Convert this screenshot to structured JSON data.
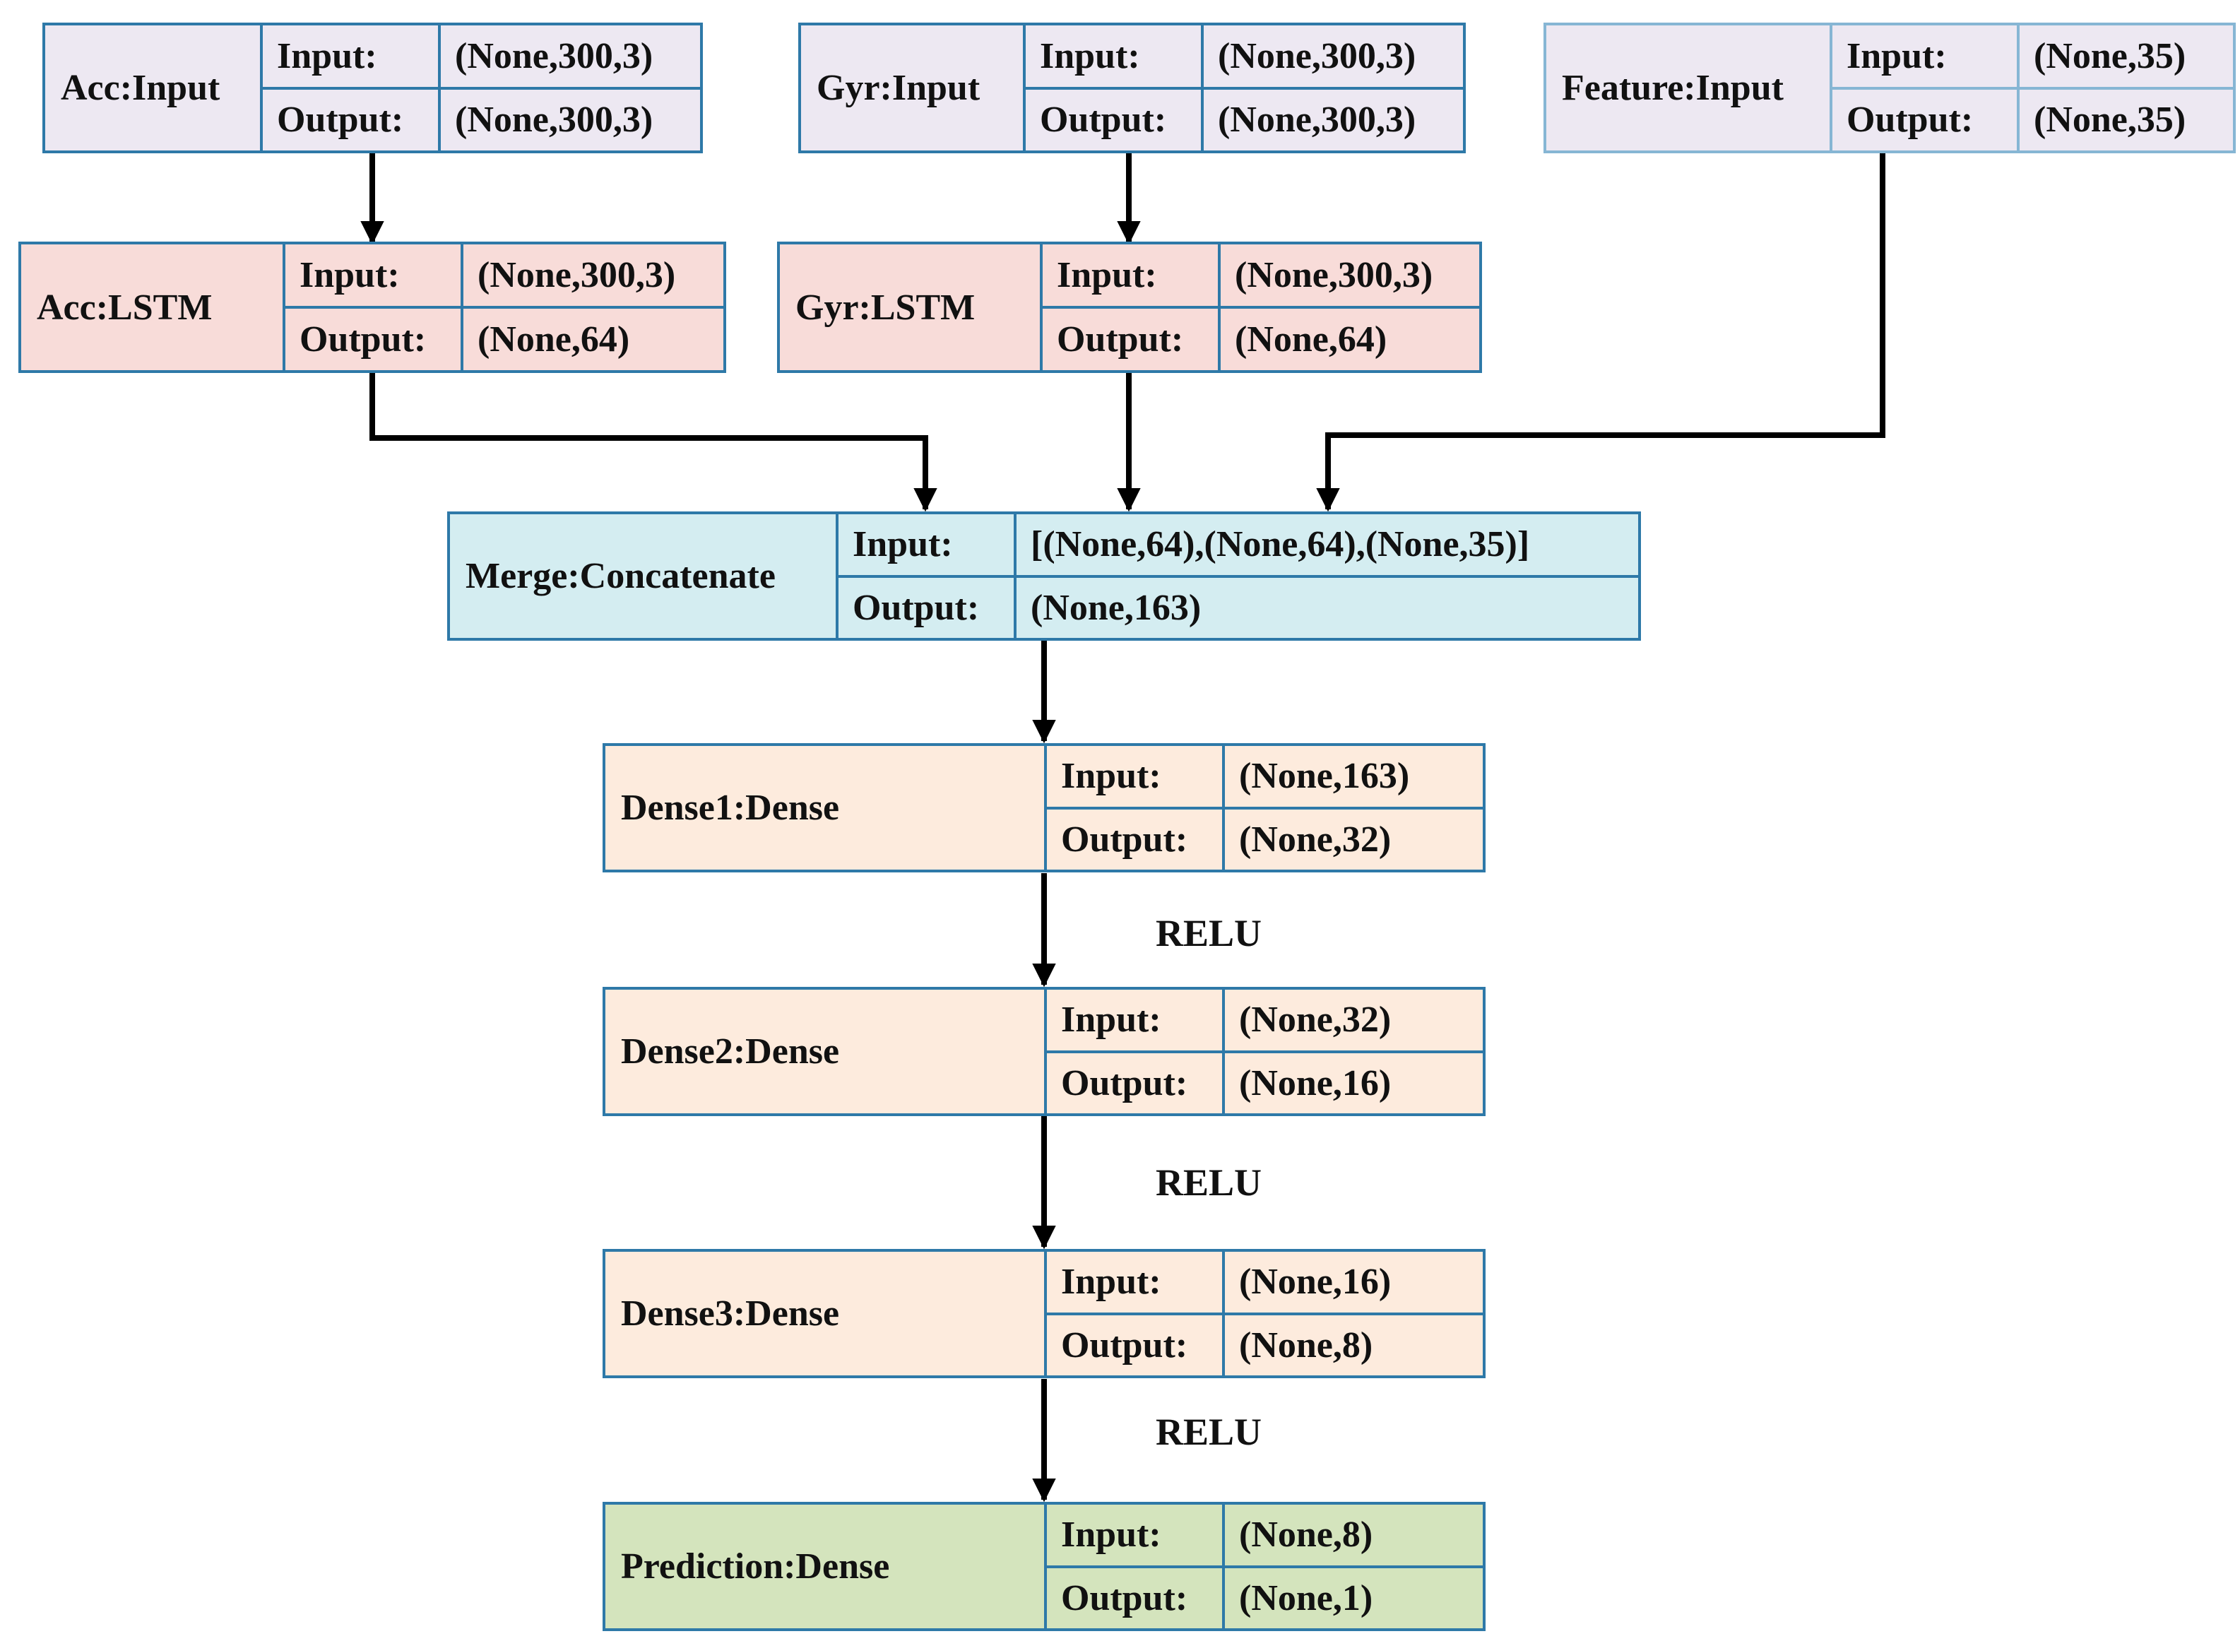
{
  "colors": {
    "border": "#2e79a8",
    "input_fill": "#ede8f2",
    "lstm_fill": "#f8dcd9",
    "merge_fill": "#d4edf1",
    "dense_fill": "#fdebdd",
    "prediction_fill": "#d4e4bd",
    "arrow": "#000000"
  },
  "nodes": {
    "acc_input": {
      "name": "Acc:Input",
      "input_label": "Input:",
      "input_value": "(None,300,3)",
      "output_label": "Output:",
      "output_value": "(None,300,3)"
    },
    "gyr_input": {
      "name": "Gyr:Input",
      "input_label": "Input:",
      "input_value": "(None,300,3)",
      "output_label": "Output:",
      "output_value": "(None,300,3)"
    },
    "feature_input": {
      "name": "Feature:Input",
      "input_label": "Input:",
      "input_value": "(None,35)",
      "output_label": "Output:",
      "output_value": "(None,35)"
    },
    "acc_lstm": {
      "name": "Acc:LSTM",
      "input_label": "Input:",
      "input_value": "(None,300,3)",
      "output_label": "Output:",
      "output_value": "(None,64)"
    },
    "gyr_lstm": {
      "name": "Gyr:LSTM",
      "input_label": "Input:",
      "input_value": "(None,300,3)",
      "output_label": "Output:",
      "output_value": "(None,64)"
    },
    "merge": {
      "name": "Merge:Concatenate",
      "input_label": "Input:",
      "input_value": "[(None,64),(None,64),(None,35)]",
      "output_label": "Output:",
      "output_value": "(None,163)"
    },
    "dense1": {
      "name": "Dense1:Dense",
      "input_label": "Input:",
      "input_value": "(None,163)",
      "output_label": "Output:",
      "output_value": "(None,32)"
    },
    "dense2": {
      "name": "Dense2:Dense",
      "input_label": "Input:",
      "input_value": "(None,32)",
      "output_label": "Output:",
      "output_value": "(None,16)"
    },
    "dense3": {
      "name": "Dense3:Dense",
      "input_label": "Input:",
      "input_value": "(None,16)",
      "output_label": "Output:",
      "output_value": "(None,8)"
    },
    "prediction": {
      "name": "Prediction:Dense",
      "input_label": "Input:",
      "input_value": "(None,8)",
      "output_label": "Output:",
      "output_value": "(None,1)"
    }
  },
  "edge_labels": {
    "dense1_to_dense2": "RELU",
    "dense2_to_dense3": "RELU",
    "dense3_to_prediction": "RELU"
  }
}
